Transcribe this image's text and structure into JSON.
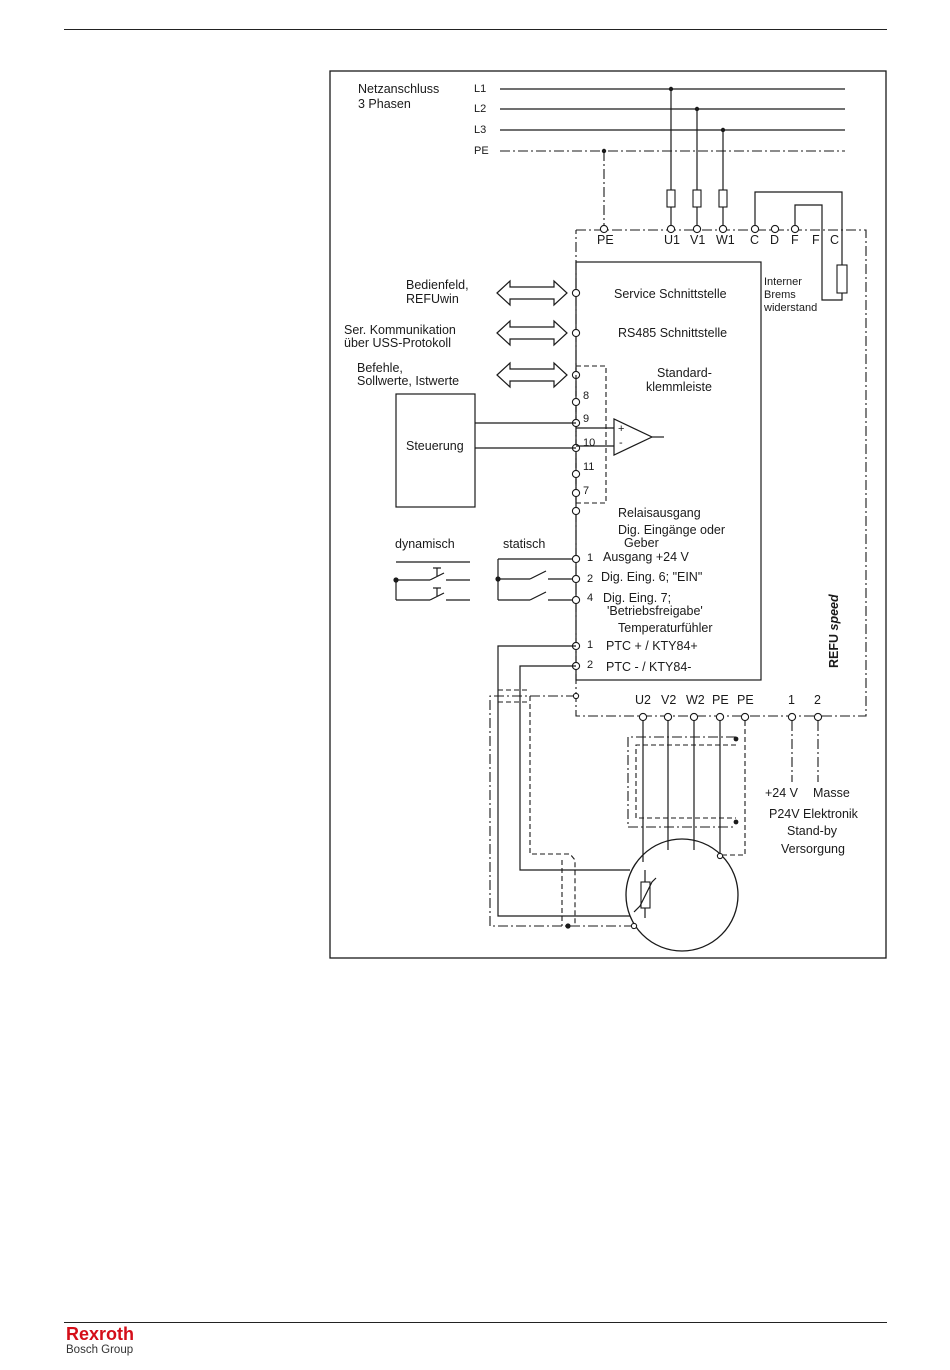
{
  "mains": {
    "title_line1": "Netzanschluss",
    "title_line2": "3 Phasen",
    "lines": [
      "L1",
      "L2",
      "L3",
      "PE"
    ]
  },
  "terminals_top": [
    "PE",
    "U1",
    "V1",
    "W1",
    "C",
    "D",
    "F",
    "F",
    "C"
  ],
  "brake_resistor": [
    "Interner",
    "Brems",
    "widerstand"
  ],
  "interfaces": {
    "panel_label_1": "Bedienfeld,",
    "panel_label_2": "REFUwin",
    "panel_block": "Service Schnittstelle",
    "serial_label_1": "Ser. Kommunikation",
    "serial_label_2": "über USS-Protokoll",
    "serial_block": "RS485 Schnittstelle",
    "cmd_label_1": "Befehle,",
    "cmd_label_2": "Sollwerte, Istwerte",
    "std_block_1": "Standard-",
    "std_block_2": "klemmleiste"
  },
  "control_box": "Steuerung",
  "std_pins": [
    "8",
    "9",
    "10",
    "11",
    "7"
  ],
  "opamp": {
    "plus": "+",
    "minus": "-"
  },
  "relay": "Relaisausgang",
  "dig_inputs_1": "Dig. Eingänge oder",
  "dig_inputs_2": "Geber",
  "switch_labels": {
    "dynamic": "dynamisch",
    "static": "statisch"
  },
  "digital_pins": [
    {
      "num": "1",
      "text": "Ausgang +24 V"
    },
    {
      "num": "2",
      "text": "Dig. Eing. 6; \"EIN\""
    },
    {
      "num": "4",
      "text": "Dig. Eing. 7;"
    }
  ],
  "enable_text": "'Betriebsfreigabe'",
  "temp_sensor": "Temperaturfühler",
  "ptc_pins": [
    {
      "num": "1",
      "text": "PTC + / KTY84+"
    },
    {
      "num": "2",
      "text": "PTC - / KTY84-"
    }
  ],
  "brand": {
    "prefix": "REFU ",
    "suffix": "speed"
  },
  "terminals_bottom": [
    "U2",
    "V2",
    "W2",
    "PE",
    "PE",
    "1",
    "2"
  ],
  "supply": {
    "plus": "+24 V",
    "ground": "Masse",
    "line1": "P24V Elektronik",
    "line2": "Stand-by",
    "line3": "Versorgung"
  },
  "logo": {
    "main": "Rexroth",
    "sub": "Bosch Group"
  }
}
